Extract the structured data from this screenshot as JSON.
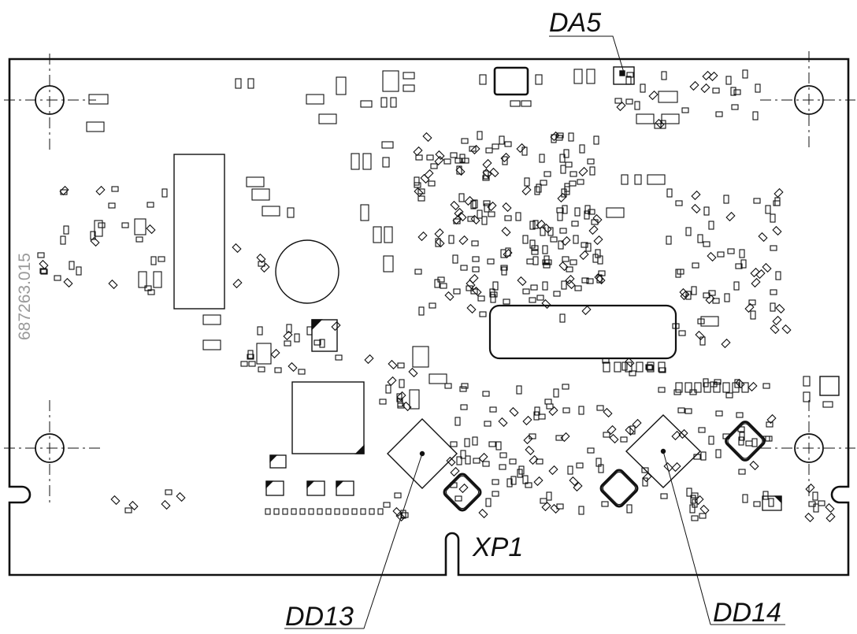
{
  "labels": {
    "da5": "DA5",
    "xp1": "XP1",
    "dd13": "DD13",
    "dd14": "DD14"
  },
  "board": {
    "serial_number": "687263.015"
  },
  "colors": {
    "outline": "#111111",
    "serial_text": "#9a9a9a",
    "background": "#ffffff"
  }
}
